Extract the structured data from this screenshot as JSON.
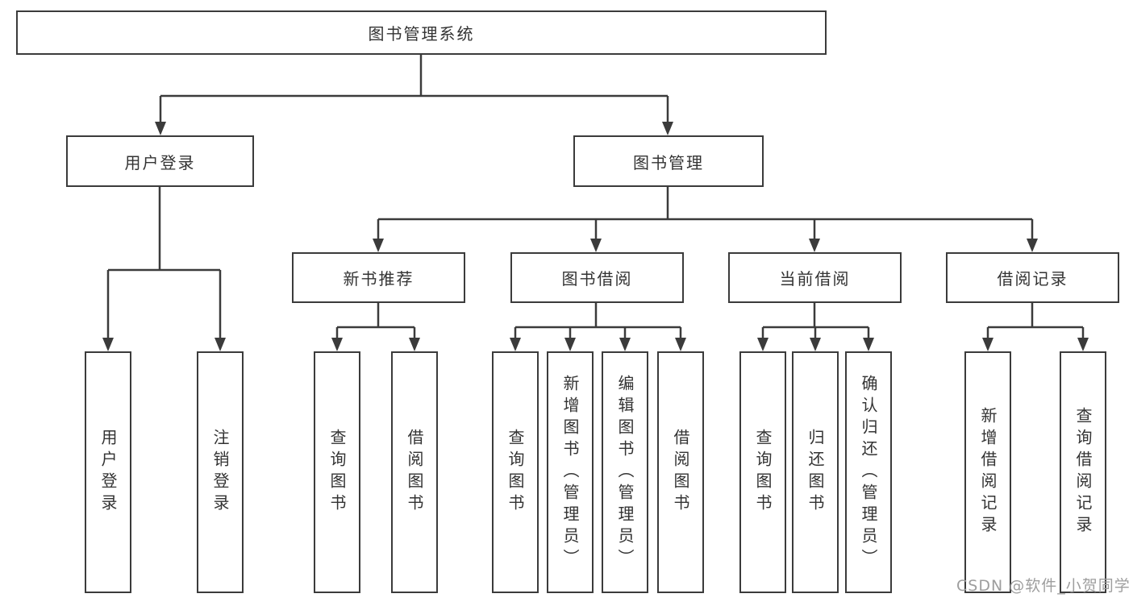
{
  "diagram": {
    "line_color": "#3b3b3b",
    "box_border_color": "#3b3b3b",
    "text_color": "#333333",
    "background_color": "#ffffff"
  },
  "tree": {
    "label": "图书管理系统",
    "children": [
      {
        "label": "用户登录",
        "children": [
          {
            "label": "用户登录"
          },
          {
            "label": "注销登录"
          }
        ]
      },
      {
        "label": "图书管理",
        "children": [
          {
            "label": "新书推荐",
            "children": [
              {
                "label": "查询图书"
              },
              {
                "label": "借阅图书"
              }
            ]
          },
          {
            "label": "图书借阅",
            "children": [
              {
                "label": "查询图书"
              },
              {
                "label": "新增图书（管理员）"
              },
              {
                "label": "编辑图书（管理员）"
              },
              {
                "label": "借阅图书"
              }
            ]
          },
          {
            "label": "当前借阅",
            "children": [
              {
                "label": "查询图书"
              },
              {
                "label": "归还图书"
              },
              {
                "label": "确认归还（管理员）"
              }
            ]
          },
          {
            "label": "借阅记录",
            "children": [
              {
                "label": "新增借阅记录"
              },
              {
                "label": "查询借阅记录"
              }
            ]
          }
        ]
      }
    ]
  },
  "watermark": {
    "text": "CSDN @软件_小贺同学",
    "color": "#9e9e9e"
  }
}
